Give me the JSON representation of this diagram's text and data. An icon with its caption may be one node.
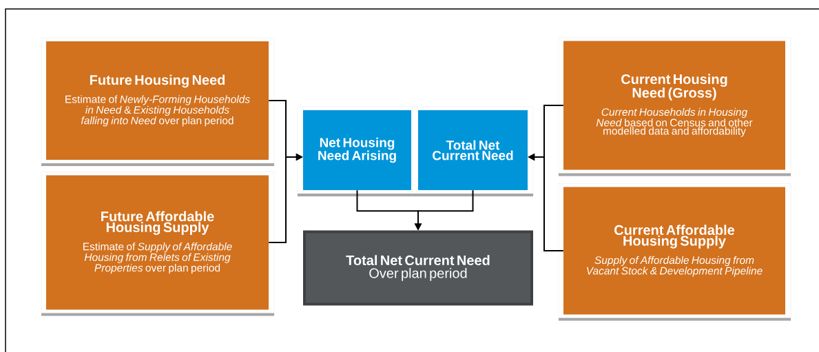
{
  "diagram": {
    "nodes": [
      {
        "text": [
          "Future Housing Need",
          "Estimate of *Newly-Forming Households in Need* & *Existing Households falling into Need* over plan period"
        ]
      },
      {
        "text": [
          "Future Affordable Housing Supply",
          "Estimate of *Supply of Affordable Housing from Relets of Existing Properties* over plan period"
        ]
      },
      {
        "text": [
          "Current Housing Need (Gross)",
          "*Current Households in Housing Need* based on Census and other modelled data and affordability"
        ]
      },
      {
        "text": [
          "Current Affordable Housing Supply",
          "Supply of Affordable Housing from Vacant Stock & Development Pipeline"
        ]
      },
      {
        "text": [
          "Net Housing Need Arising"
        ]
      },
      {
        "text": [
          "Total Net Current Need"
        ]
      },
      {
        "text": [
          "Total Net Current Need",
          "Over plan period"
        ]
      }
    ],
    "edges": [
      {
        "from": 0,
        "to": 4,
        "arrow": "to"
      },
      {
        "from": 1,
        "to": 4,
        "arrow": "to"
      },
      {
        "from": 2,
        "to": 5,
        "arrow": "to"
      },
      {
        "from": 3,
        "to": 5,
        "arrow": "to"
      },
      {
        "from": 4,
        "to": 6,
        "arrow": "to"
      },
      {
        "from": 5,
        "to": 6,
        "arrow": "to"
      }
    ]
  }
}
